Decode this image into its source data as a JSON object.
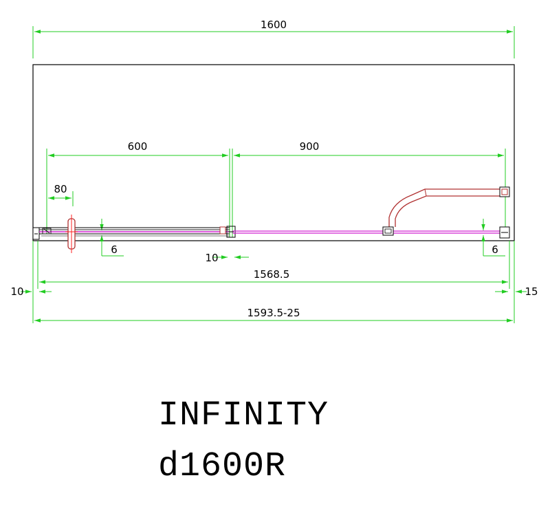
{
  "colors": {
    "dimension": "#22cc22",
    "outline": "#000000",
    "glass": "#d020d0",
    "hardware": "#b03030",
    "centerline": "#ff2020"
  },
  "dimensions": {
    "overall_width": "1600",
    "fixed_panel": "600",
    "sliding_opening": "900",
    "handle_offset": "80",
    "gap_left": "6",
    "gap_right": "6",
    "overlap": "10",
    "inner_span": "1568.5",
    "wall_left": "10",
    "wall_right": "15",
    "adjustment": "1593.5-25"
  },
  "title": {
    "line1": "INFINITY",
    "line2": "d1600R"
  }
}
